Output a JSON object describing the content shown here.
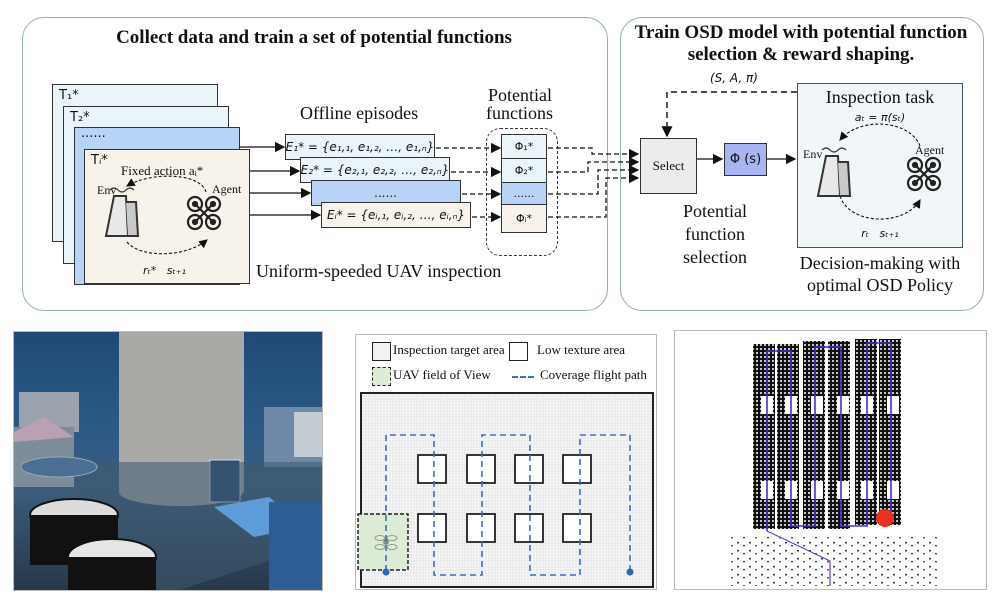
{
  "left_panel": {
    "title": "Collect data and train a set of potential functions",
    "tasks": [
      {
        "label": "T₁*",
        "color": "#eaf5fa"
      },
      {
        "label": "T₂*",
        "color": "#eaf5fa"
      },
      {
        "label": "......",
        "color": "#b7d3f5"
      },
      {
        "label": "Tᵢ*",
        "color": "#f7f3ea"
      }
    ],
    "task_inner": {
      "fixed_action": "Fixed action aᵢ*",
      "env": "Env",
      "agent": "Agent",
      "feedback": "rₜ*   sₜ₊₁"
    },
    "caption": "Uniform-speeded UAV inspection",
    "episodes_heading": "Offline episodes",
    "episodes": [
      {
        "text": "E₁* = {e₁,₁, e₁,₂, …, e₁,ₙ}",
        "color": "#eaf5fa"
      },
      {
        "text": "E₂* = {e₂,₁, e₂,₂, …, e₂,ₙ}",
        "color": "#eaf5fa"
      },
      {
        "text": "......",
        "color": "#b7d3f5"
      },
      {
        "text": "Eᵢ* = {eᵢ,₁, eᵢ,₂, …, eᵢ,ₙ}",
        "color": "#f7f3ea"
      }
    ],
    "potential_heading_1": "Potential",
    "potential_heading_2": "functions",
    "potentials": [
      {
        "text": "Φ₁*",
        "color": "#eaf5fa"
      },
      {
        "text": "Φ₂*",
        "color": "#eaf5fa"
      },
      {
        "text": "......",
        "color": "#b7d3f5"
      },
      {
        "text": "Φᵢ*",
        "color": "#f7f3ea"
      }
    ]
  },
  "right_panel": {
    "title_line1": "Train OSD model with potential function",
    "title_line2": "selection & reward shaping.",
    "feedback_label": "(S, A, π)",
    "select_label": "Select",
    "phi_label": "Φ (s)",
    "selection_caption": [
      "Potential",
      "function",
      "selection"
    ],
    "inspection_title": "Inspection task",
    "action_eq": "aₜ = π(sₜ)",
    "env": "Env",
    "agent": "Agent",
    "feedback": "rₜ   sₜ₊₁",
    "caption_line1": "Decision-making with",
    "caption_line2": "optimal OSD Policy"
  },
  "colors": {
    "panel_border": "#8fb3a6",
    "light_blue": "#eaf5fa",
    "mid_blue": "#b7d3f5",
    "cream": "#f7f3ea",
    "select_fill": "#ececec",
    "phi_fill": "#a9b4f2",
    "inspection_fill": "#f1f6f8",
    "inspection_border": "#3d5470",
    "path_blue": "#3b6fc0",
    "fov_green": "#dcebd3"
  },
  "sim_view": {
    "description": "3D simulated industrial scene with cooling tower"
  },
  "coverage_map": {
    "legend": {
      "target_area": "Inspection target area",
      "low_texture": "Low texture area",
      "fov": "UAV field of View",
      "path": "Coverage flight path"
    }
  },
  "point_cloud": {
    "description": "Reconstructed point cloud with flight trajectory"
  }
}
